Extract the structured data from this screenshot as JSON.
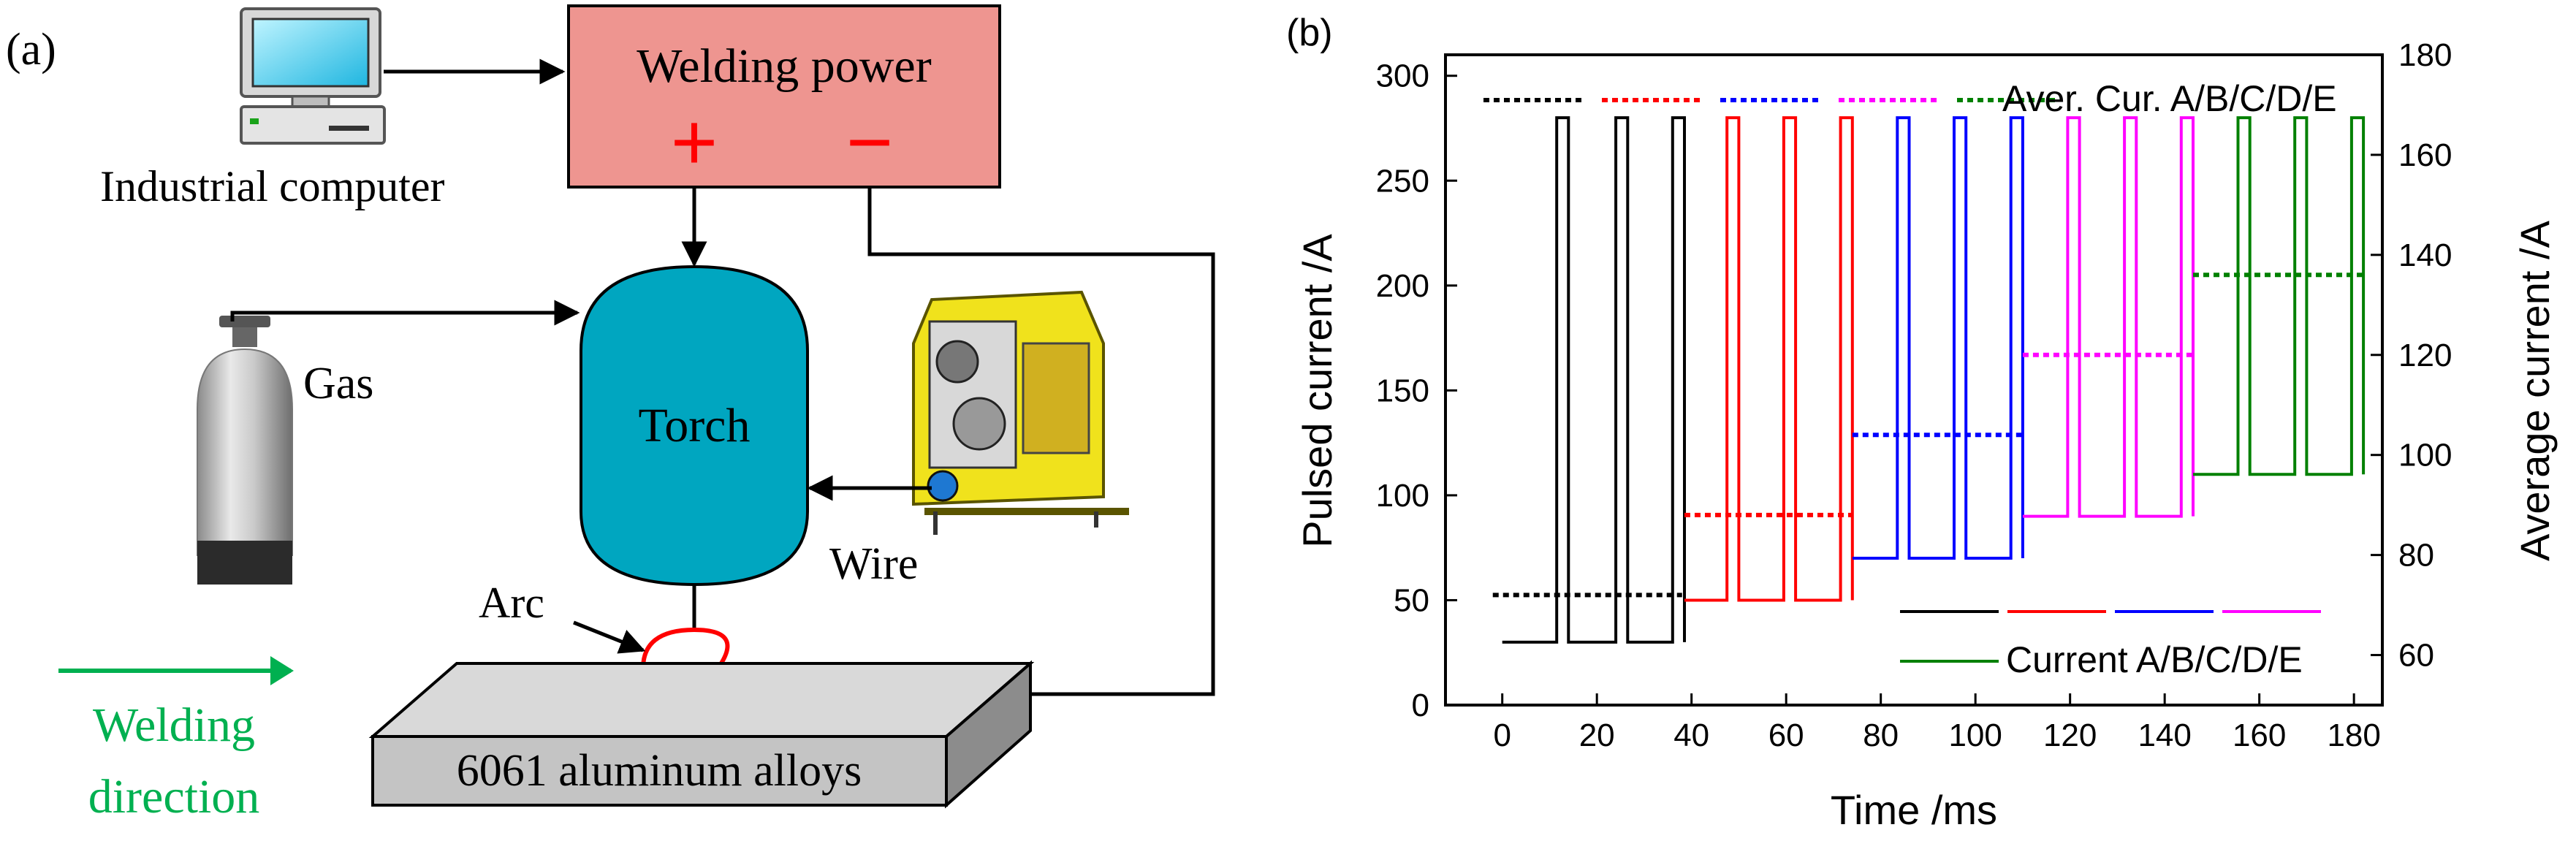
{
  "panel_a": {
    "label": "(a)",
    "computer_label": "Industrial computer",
    "power_label": "Welding power",
    "plus_sign": "+",
    "minus_sign": "−",
    "torch_label": "Torch",
    "gas_label": "Gas",
    "wire_label": "Wire",
    "arc_label": "Arc",
    "workpiece_label": "6061 aluminum alloys",
    "direction_line1": "Welding",
    "direction_line2": "direction",
    "colors": {
      "power_box": "#ee9590",
      "torch": "#00a6c0",
      "sign": "#ff0000",
      "direction": "#00b050",
      "arc": "#ff0000"
    }
  },
  "panel_b": {
    "label": "(b)",
    "xlabel": "Time /ms",
    "ylabel_left": "Pulsed current /A",
    "ylabel_right": "Average current /A",
    "legend_avg": "Aver. Cur. A/B/C/D/E",
    "legend_cur": "Current A/B/C/D/E",
    "legend_placement": "top-right and bottom-right"
  },
  "chart_data": {
    "type": "line",
    "xlim": [
      -12,
      186
    ],
    "ylim_left": [
      0,
      310
    ],
    "ylim_right": [
      50,
      180
    ],
    "x_ticks": [
      0,
      20,
      40,
      60,
      80,
      100,
      120,
      140,
      160,
      180
    ],
    "y_ticks_left": [
      0,
      50,
      100,
      150,
      200,
      250,
      300
    ],
    "y_ticks_right": [
      60,
      80,
      100,
      120,
      140,
      160,
      180
    ],
    "grid": false,
    "series": [
      {
        "name": "A",
        "color": "#000000",
        "x": [
          0,
          11.5,
          11.5,
          14,
          14,
          24,
          24,
          26.5,
          26.5,
          36,
          36,
          38.5,
          38.5
        ],
        "y": [
          30,
          30,
          280,
          280,
          30,
          30,
          280,
          280,
          30,
          30,
          280,
          280,
          30
        ],
        "average": 72,
        "avg_x": [
          -2,
          38
        ]
      },
      {
        "name": "B",
        "color": "#ff0000",
        "x": [
          38.5,
          47.5,
          47.5,
          50,
          50,
          59.5,
          59.5,
          62,
          62,
          71.5,
          71.5,
          74,
          74
        ],
        "y": [
          50,
          50,
          280,
          280,
          50,
          50,
          280,
          280,
          50,
          50,
          280,
          280,
          50
        ],
        "average": 88,
        "avg_x": [
          38.5,
          74
        ]
      },
      {
        "name": "C",
        "color": "#0000ff",
        "x": [
          74,
          83.5,
          83.5,
          86,
          86,
          95.5,
          95.5,
          98,
          98,
          107.5,
          107.5,
          110,
          110
        ],
        "y": [
          70,
          70,
          280,
          280,
          70,
          70,
          280,
          280,
          70,
          70,
          280,
          280,
          70
        ],
        "average": 104,
        "avg_x": [
          74,
          110
        ]
      },
      {
        "name": "D",
        "color": "#ff00ff",
        "x": [
          110,
          119.5,
          119.5,
          122,
          122,
          131.5,
          131.5,
          134,
          134,
          143.5,
          143.5,
          146,
          146
        ],
        "y": [
          90,
          90,
          280,
          280,
          90,
          90,
          280,
          280,
          90,
          90,
          280,
          280,
          90
        ],
        "average": 120,
        "avg_x": [
          110,
          146
        ]
      },
      {
        "name": "E",
        "color": "#008000",
        "x": [
          146,
          155.5,
          155.5,
          158,
          158,
          167.5,
          167.5,
          170,
          170,
          179.5,
          179.5,
          182,
          182
        ],
        "y": [
          110,
          110,
          280,
          280,
          110,
          110,
          280,
          280,
          110,
          110,
          280,
          280,
          110
        ],
        "average": 136,
        "avg_x": [
          146,
          182
        ]
      }
    ]
  }
}
